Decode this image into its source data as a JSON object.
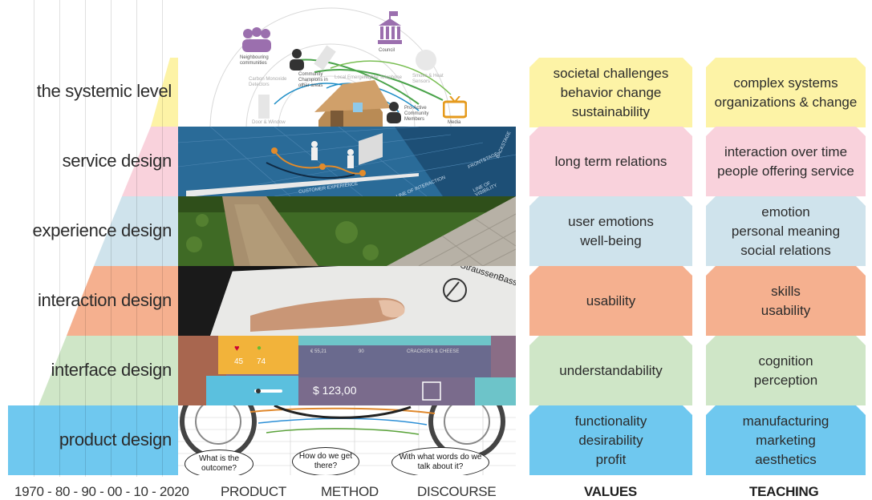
{
  "levels": [
    {
      "label": "the systemic level",
      "color": "#fdf3a6"
    },
    {
      "label": "service design",
      "color": "#f9d2dc"
    },
    {
      "label": "experience design",
      "color": "#cfe3ec"
    },
    {
      "label": "interaction design",
      "color": "#f5b08f"
    },
    {
      "label": "interface design",
      "color": "#cfe6c7"
    },
    {
      "label": "product design",
      "color": "#6fc8ef"
    }
  ],
  "values": [
    [
      "societal challenges",
      "behavior change",
      "sustainability"
    ],
    [
      "long term relations"
    ],
    [
      "user emotions",
      "well-being"
    ],
    [
      "usability"
    ],
    [
      "understandability"
    ],
    [
      "functionality",
      "desirability",
      "profit"
    ]
  ],
  "teaching": [
    [
      "complex systems",
      "organizations & change"
    ],
    [
      "interaction over time",
      "people offering service"
    ],
    [
      "emotion",
      "personal meaning",
      "social relations"
    ],
    [
      "skills",
      "usability"
    ],
    [
      "cognition",
      "perception"
    ],
    [
      "manufacturing",
      "marketing",
      "aesthetics"
    ]
  ],
  "footer": {
    "timeline": "1970 - 80 - 90 - 00 - 10 - 2020",
    "product": "PRODUCT",
    "method": "METHOD",
    "discourse": "DISCOURSE",
    "values": "VALUES",
    "teaching": "TEACHING"
  },
  "clouds": {
    "outcome": "What is the outcome?",
    "get_there": "How do we get there?",
    "words": "With what words do we talk about it?"
  },
  "systemic_image": {
    "neighbouring": "Neighbouring communities",
    "champions": "Community Champions in other areas",
    "council": "Council",
    "proactive": "Pro-Active Community Members",
    "media": "Media",
    "carbon": "Carbon Monoxide Detectors",
    "smoke": "Smoke & Heat Sensors",
    "lifeline": "Local Emergency",
    "mobile": "Mobile Telephone",
    "door": "Door & Window"
  },
  "service_image": {
    "backstage": "BACKSTAGE",
    "frontstage": "FRONTSTAGE",
    "visibility": "LINE OF VISIBILITY",
    "interaction": "LINE OF INTERACTION",
    "experience": "CUSTOMER EXPERIENCE"
  },
  "interaction_image": {
    "tablet_text": "StraussenBass.ai"
  },
  "interface_image": {
    "heart_count": "45",
    "person_count": "74",
    "price": "$ 123,00",
    "tab_a": "€ 55,21",
    "tab_b": "90",
    "tab_c": "CRACKERS & CHEESE"
  }
}
